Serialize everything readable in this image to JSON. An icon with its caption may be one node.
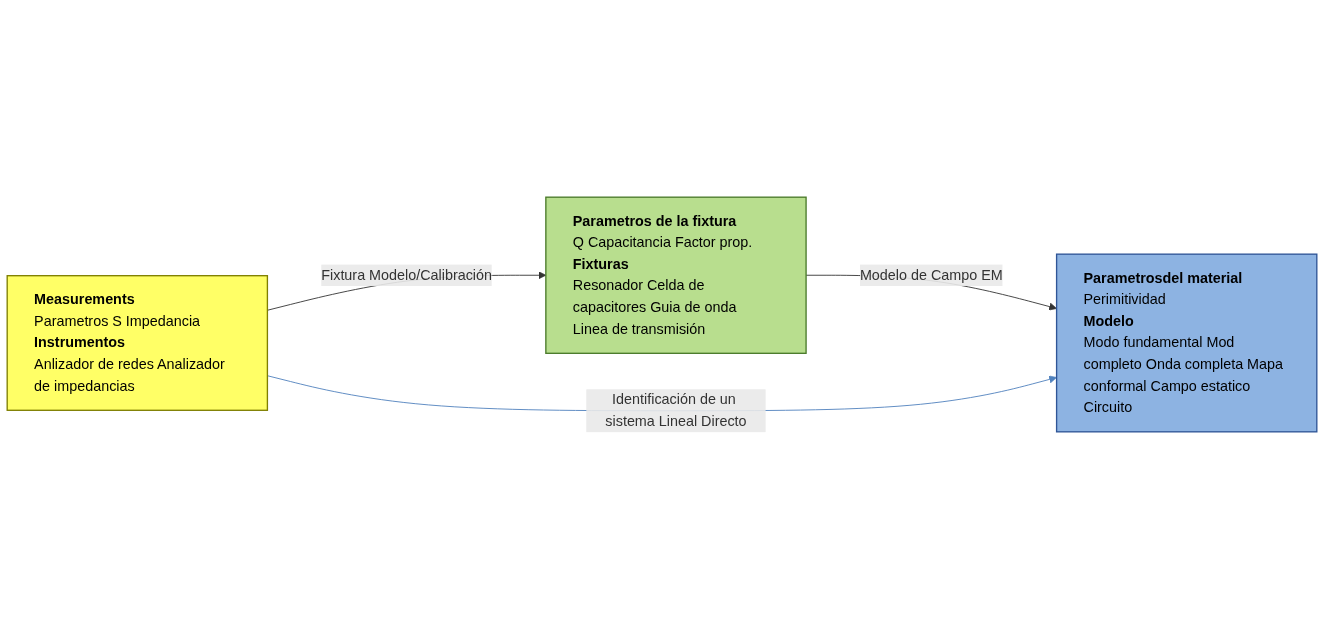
{
  "diagram": {
    "nodes": [
      {
        "text": [
          "Measurements",
          "Parametros S Impedancia",
          "Instrumentos",
          "Anlizador de redes Analizador de impedancias"
        ]
      },
      {
        "text": [
          "Parametros de la fixtura",
          "Q Capacitancia Factor prop.",
          "Fixturas",
          "Resonador Celda de capacitores Guia de onda Linea de transmisión"
        ]
      },
      {
        "text": [
          "Parametrosdel material",
          "Perimitividad",
          "Modelo",
          "Modo fundamental Mod completo Onda completa Mapa conformal Campo estatico Circuito"
        ]
      }
    ],
    "edges": [
      {
        "from": 0,
        "to": 1,
        "arrow": "to",
        "label": "Fixtura Modelo/Calibración"
      },
      {
        "from": 1,
        "to": 2,
        "arrow": "to",
        "label": "Modelo de Campo EM"
      },
      {
        "from": 0,
        "to": 2,
        "arrow": "to",
        "label": "Identificación de un sistema Lineal Directo",
        "color": "#4f81bd"
      }
    ]
  }
}
